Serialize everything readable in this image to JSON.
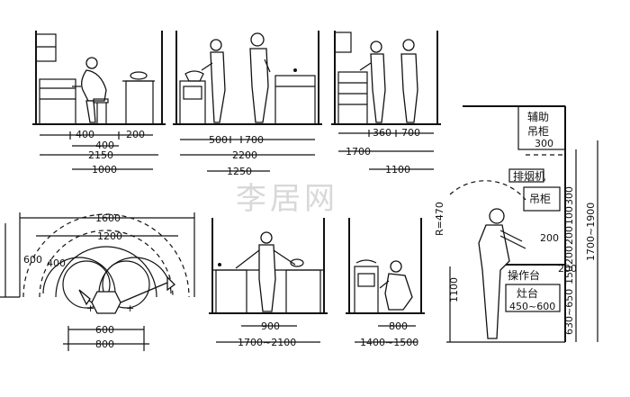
{
  "watermark": "李居网",
  "panels": {
    "p1": {
      "dims": [
        "400",
        "200",
        "400",
        "2150",
        "1000"
      ]
    },
    "p2": {
      "dims": [
        "500",
        "700",
        "2200",
        "1250"
      ]
    },
    "p3": {
      "dims": [
        "360",
        "700",
        "1700",
        "1100"
      ]
    },
    "p4": {
      "dims": [
        "1600",
        "1200",
        "600",
        "400",
        "600",
        "800"
      ]
    },
    "p5": {
      "dims": [
        "900",
        "1700~2100"
      ]
    },
    "p6": {
      "dims": [
        "800",
        "1400~1500"
      ]
    },
    "p7": {
      "labels": {
        "aux_cabinet": "辅助\n吊柜",
        "aux_cabinet_l1": "辅助",
        "aux_cabinet_l2": "吊柜",
        "hood": "排烟机",
        "wall_cabinet": "吊柜",
        "counter": "操作台",
        "stove": "灶台"
      },
      "dims": {
        "d300": "300",
        "radius": "R=470",
        "d200a": "200",
        "d200b": "200",
        "d200c": "200",
        "d200d": "200",
        "d150": "150",
        "d100": "100",
        "d300v": "300",
        "d1700_1900": "1700~1900",
        "d450_600": "450~600",
        "d630_650": "630~650",
        "d1100": "1100"
      }
    }
  }
}
